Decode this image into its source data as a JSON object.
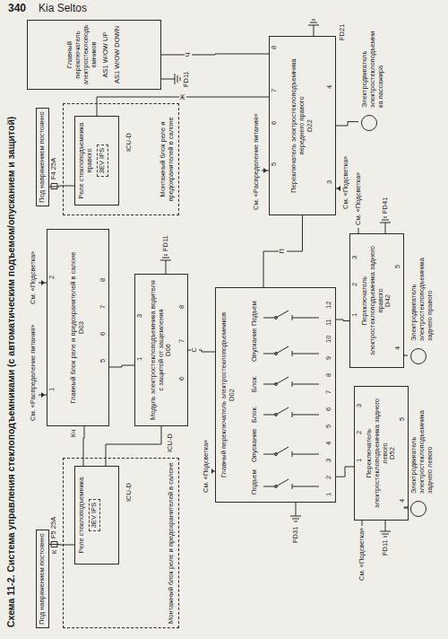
{
  "diagram": {
    "title": "Схема 11-2. Система управления стеклоподъемниками (с автоматическим подъемом/опусканием и защитой)",
    "nodes": [
      {
        "text": [
          "Под напряжением постоянно"
        ]
      },
      {
        "text": [
          "Монтажный блок реле и предохранителей в салоне"
        ]
      },
      {
        "text": [
          "Реле стеклоподъемника",
          "3EV IPS"
        ],
        "in": 1
      },
      {
        "text": [
          "Главный блок реле и предохранителей в салоне",
          "D03"
        ]
      },
      {
        "text": [
          "Модуль электростеклоподъемника водителя с защитой от защемления",
          "D06"
        ]
      },
      {
        "text": [
          "Под напряжением постоянно"
        ]
      },
      {
        "text": [
          "Монтажный блок реле и предохранителей в салоне"
        ]
      },
      {
        "text": [
          "Реле стеклоподъемника правого",
          "3EV IPS"
        ],
        "in": 6
      },
      {
        "text": [
          "Главный переключатель электростеклоподъемников",
          "AS1 W/OW UP",
          "AS1 W/OW DOWN"
        ]
      },
      {
        "text": [
          "Главный переключатель электростеклоподъемников",
          "D02"
        ]
      },
      {
        "text": [
          "Переключатель электростеклоподъемника переднего правого",
          "D22"
        ]
      },
      {
        "text": [
          "Электродвигатель электростеклоподъемника пассажира"
        ]
      },
      {
        "text": [
          "Переключатель электростеклоподъемника заднего правого",
          "D42"
        ]
      },
      {
        "text": [
          "Электродвигатель электростеклоподъемника заднего правого"
        ]
      },
      {
        "text": [
          "Переключатель электростеклоподъемника заднего левого",
          "D52"
        ]
      },
      {
        "text": [
          "Электродвигатель электростеклоподъемника заднего левого"
        ]
      }
    ],
    "edges": [
      {
        "from": 0,
        "to": 2,
        "arrow": "none"
      },
      {
        "from": 2,
        "to": 4,
        "arrow": "none"
      },
      {
        "from": 3,
        "to": 4,
        "arrow": "none"
      },
      {
        "from": 2,
        "to": 3,
        "arrow": "none"
      },
      {
        "from": 4,
        "to": 9,
        "label": "С",
        "arrow": "none"
      },
      {
        "from": 9,
        "to": 12,
        "arrow": "none"
      },
      {
        "from": 9,
        "to": 14,
        "arrow": "none"
      },
      {
        "from": 9,
        "to": 10,
        "label": "П",
        "arrow": "none"
      },
      {
        "from": 5,
        "to": 7,
        "arrow": "none"
      },
      {
        "from": 7,
        "to": 10,
        "label": "Ж",
        "arrow": "none"
      },
      {
        "from": 8,
        "to": 10,
        "label": "Ч",
        "arrow": "none"
      },
      {
        "from": 10,
        "to": 11,
        "arrow": "none"
      },
      {
        "from": 12,
        "to": 13,
        "arrow": "none"
      },
      {
        "from": 14,
        "to": 15,
        "arrow": "none"
      }
    ],
    "labels": [
      "340",
      "Kia Seltos",
      "F5 25A",
      "F4 25A",
      "ICU-D",
      "ICU-D",
      "ICU-D",
      "FD11",
      "FD31",
      "FD21",
      "FD41",
      "FD11",
      "FD11",
      "См. «Распределение питания»",
      "См. «Подсветка»",
      "См. «Распределение питания»",
      "См. «Подсветка»",
      "См. «Подсветка»",
      "См. «Подсветка»",
      "См. «Подсветка»",
      "Подъем",
      "Опускание",
      "Блок.",
      "Блок.",
      "Опускание",
      "Подъем",
      "1",
      "2",
      "3",
      "4",
      "5",
      "6",
      "7",
      "8",
      "9",
      "10",
      "11",
      "12",
      "5",
      "6",
      "7",
      "8",
      "1",
      "2",
      "1",
      "3",
      "6",
      "7",
      "8",
      "5",
      "6",
      "7",
      "8",
      "3",
      "4",
      "1",
      "2",
      "3",
      "4",
      "5",
      "1",
      "2",
      "3",
      "4",
      "5",
      "К",
      "Кч"
    ]
  }
}
